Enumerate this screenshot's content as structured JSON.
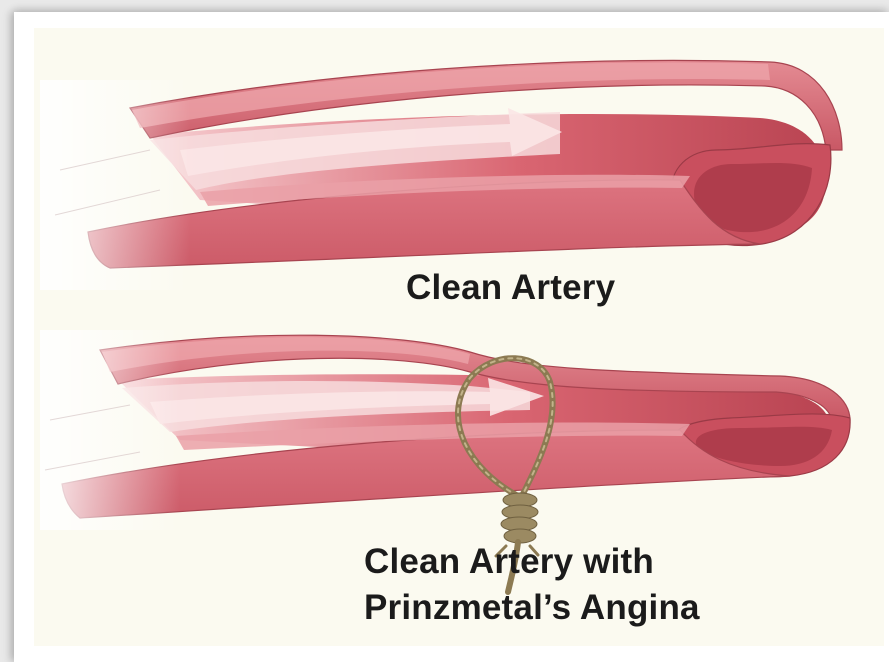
{
  "labels": {
    "top_artery": "Clean Artery",
    "bottom_artery_line1": "Clean Artery with",
    "bottom_artery_line2": "Prinzmetal’s Angina"
  },
  "colors": {
    "artery_wall": "#d9707a",
    "artery_dark": "#b94452",
    "artery_light": "#f2aeb3",
    "lumen": "#f5d7d8",
    "rope": "#9b8a62",
    "background": "#fbfaf0"
  },
  "icons": [
    "blood-flow-arrow",
    "rope-noose"
  ]
}
